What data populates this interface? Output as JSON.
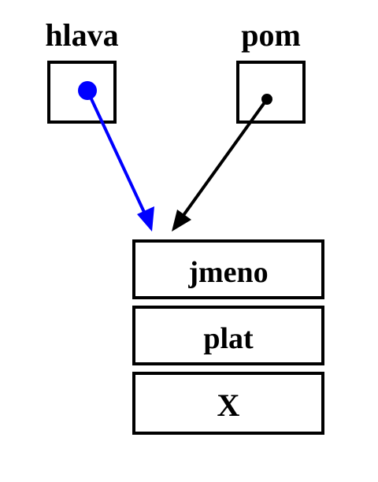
{
  "pointers": {
    "head": {
      "label": "hlava",
      "color": "#0000ff"
    },
    "temp": {
      "label": "pom",
      "color": "#000000"
    }
  },
  "record": {
    "fields": [
      {
        "label": "jmeno"
      },
      {
        "label": "plat"
      },
      {
        "label": "X"
      }
    ]
  }
}
